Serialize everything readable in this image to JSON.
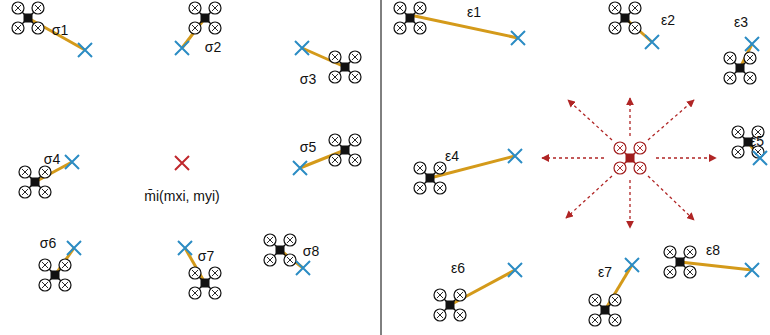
{
  "diagram": {
    "labels": [
      "σ1",
      "σ2",
      "σ3",
      "σ4",
      "σ5",
      "σ6",
      "σ7",
      "σ8",
      "m̄i(mxi, myi)",
      "ε1",
      "ε2",
      "ε3",
      "ε4",
      "ε5",
      "ε6",
      "ε7",
      "ε8"
    ]
  }
}
